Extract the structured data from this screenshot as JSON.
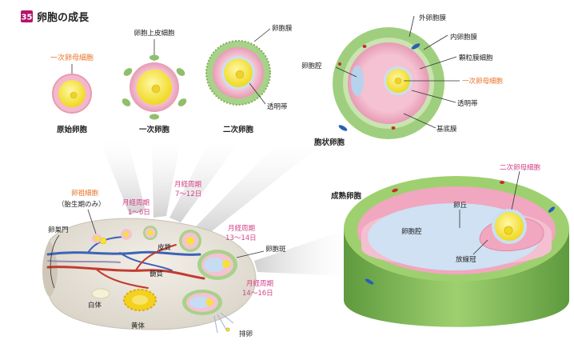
{
  "header": {
    "number": "35",
    "title": "卵胞の成長"
  },
  "stages": {
    "primordial": {
      "caption": "原始卵胞",
      "oocyte_label": "一次卵母細胞"
    },
    "primary": {
      "caption": "一次卵胞",
      "label": "卵胞上皮細胞"
    },
    "secondary": {
      "caption": "二次卵胞",
      "label_top": "卵胞膜",
      "label_bottom": "透明帯"
    },
    "antral": {
      "caption": "胞状卵胞",
      "labels": {
        "theca_externa": "外卵胞膜",
        "theca_interna": "内卵胞膜",
        "granulosa": "顆粒膜細胞",
        "antrum": "卵胞腔",
        "oocyte": "一次卵母細胞",
        "zona": "透明帯",
        "basement": "基底膜"
      }
    },
    "mature": {
      "caption": "成熟卵胞",
      "labels": {
        "oocyte": "二次卵母細胞",
        "cumulus": "卵丘",
        "antrum": "卵胞腔",
        "corona": "放線冠"
      }
    }
  },
  "ovary": {
    "oogonia_label": "卵祖細胞",
    "oogonia_note": "（胎生期のみ）",
    "hilum": "卵巣門",
    "cortex": "皮質",
    "medulla": "髄質",
    "corpus_albicans": "白体",
    "corpus_luteum": "黄体",
    "stigma": "卵胞斑",
    "ovulation": "排卵"
  },
  "cycles": [
    {
      "title": "月経周期",
      "days": "1～6日"
    },
    {
      "title": "月経周期",
      "days": "7～12日"
    },
    {
      "title": "月経周期",
      "days": "13～14日"
    },
    {
      "title": "月経周期",
      "days": "14～16日"
    }
  ],
  "colors": {
    "orange": "#e8742a",
    "pink": "#d4428a",
    "follicle_green": "#9cc97f",
    "granulosa_pink": "#f0b3c6",
    "oocyte_yellow": "#f4e23a",
    "antrum_blue": "#b7d2ec",
    "label_text": "#222222"
  }
}
